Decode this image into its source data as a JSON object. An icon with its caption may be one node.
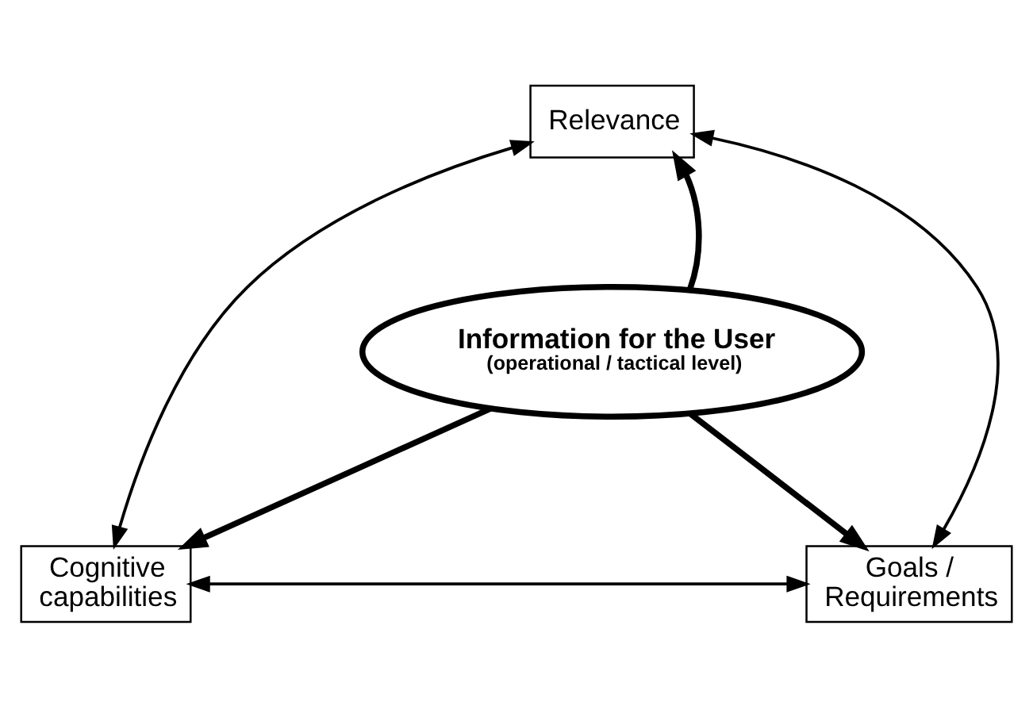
{
  "diagram": {
    "nodes": [
      {
        "text": [
          "Relevance"
        ]
      },
      {
        "text": [
          "Information for the User",
          "(operational / tactical level)"
        ]
      },
      {
        "text": [
          "Cognitive capabilities"
        ]
      },
      {
        "text": [
          "Goals / Requirements"
        ]
      }
    ],
    "edges": [
      {
        "from": 1,
        "to": 0,
        "arrow": "to",
        "style": "thick"
      },
      {
        "from": 1,
        "to": 2,
        "arrow": "to",
        "style": "thick"
      },
      {
        "from": 1,
        "to": 3,
        "arrow": "to",
        "style": "thick"
      },
      {
        "from": 0,
        "to": 2,
        "arrow": "both"
      },
      {
        "from": 0,
        "to": 3,
        "arrow": "both"
      },
      {
        "from": 2,
        "to": 3,
        "arrow": "both"
      }
    ]
  }
}
